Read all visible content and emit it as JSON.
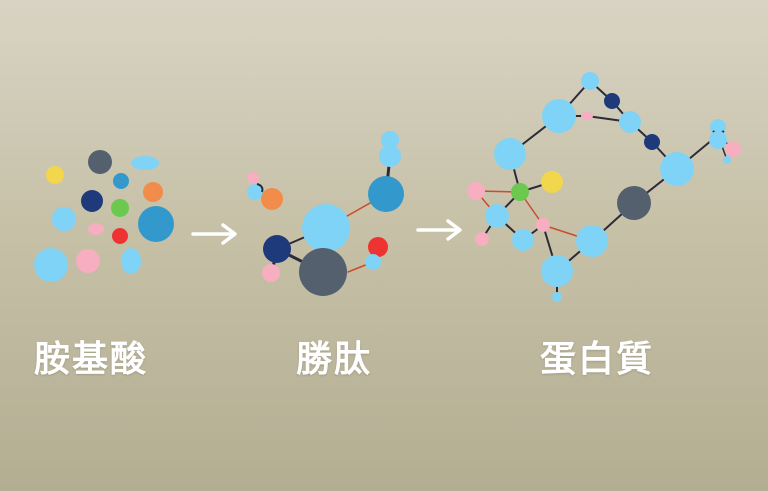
{
  "labels": {
    "amino_acids": "胺基酸",
    "peptide": "勝肽",
    "protein": "蛋白質"
  },
  "icons": [
    "arrow-right-icon",
    "arrow-right-icon"
  ],
  "colors": {
    "light_blue": "#7fd3f7",
    "mid_blue": "#3399cc",
    "navy": "#1f3a7a",
    "slate": "#55606e",
    "yellow": "#f2d64b",
    "orange": "#f28c4a",
    "green": "#6cc94f",
    "pink": "#f6aec0",
    "red": "#ee3333",
    "bond_dark": "#2b2b3a",
    "bond_red": "#cc4b2e"
  }
}
